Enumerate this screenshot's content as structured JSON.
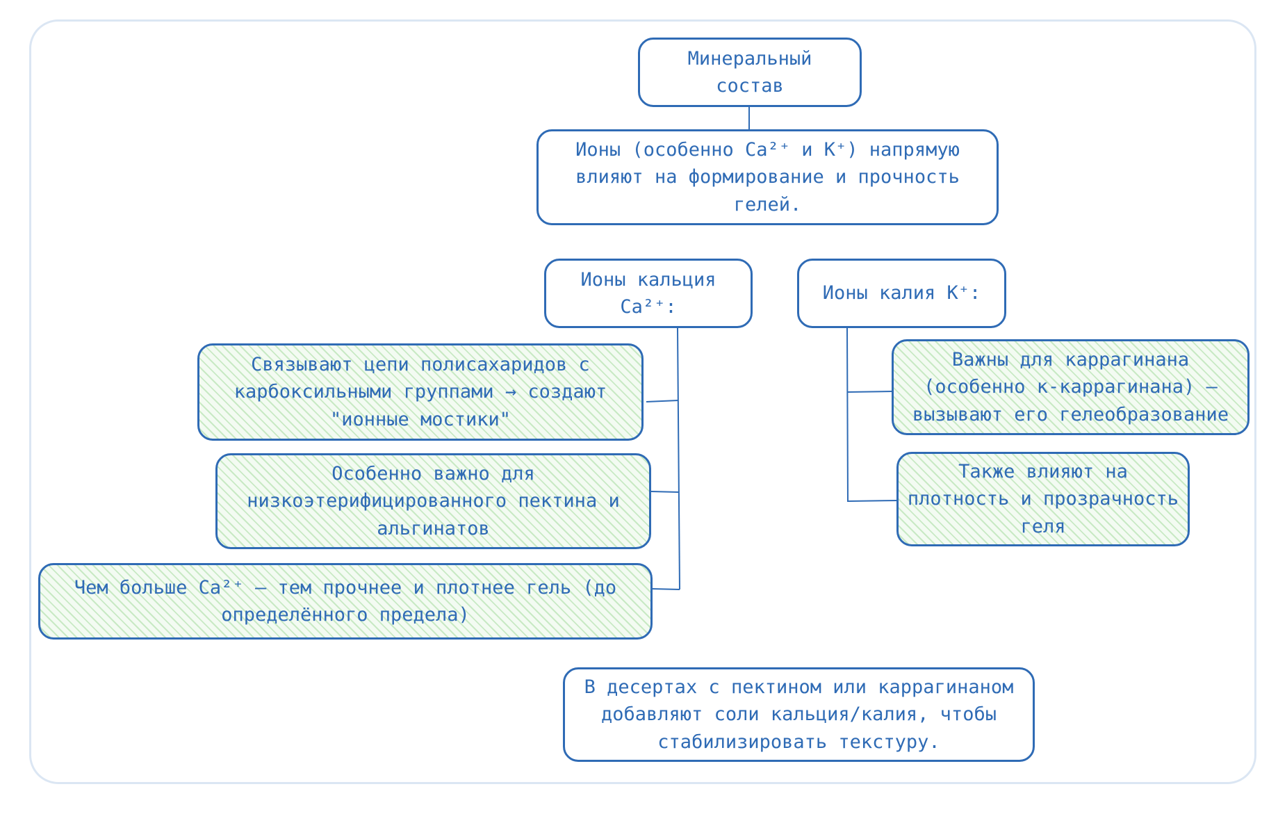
{
  "root": {
    "text": "Минеральный состав"
  },
  "main": {
    "text": "Ионы (особенно Ca²⁺ и K⁺) напрямую влияют на формирование и прочность гелей."
  },
  "calcium": {
    "title": "Ионы кальция Ca²⁺:",
    "items": [
      "Связывают цепи полисахаридов с карбоксильными группами → создают \"ионные мостики\"",
      "Особенно важно для низкоэтерифицированного пектина и альгинатов",
      "Чем больше Ca²⁺ — тем прочнее и плотнее гель (до определённого предела)"
    ]
  },
  "potassium": {
    "title": "Ионы калия K⁺:",
    "items": [
      "Важны для каррагинана (особенно κ-каррагинана) — вызывают его гелеобразование",
      "Также влияют на плотность и прозрачность геля"
    ]
  },
  "note": {
    "text": "В десертах с пектином или каррагинаном добавляют соли кальция/калия, чтобы стабилизировать текстуру."
  },
  "colors": {
    "stroke": "#2f6bb5",
    "fill_green": "#e4f6e1",
    "frame": "#dbe6f3"
  }
}
